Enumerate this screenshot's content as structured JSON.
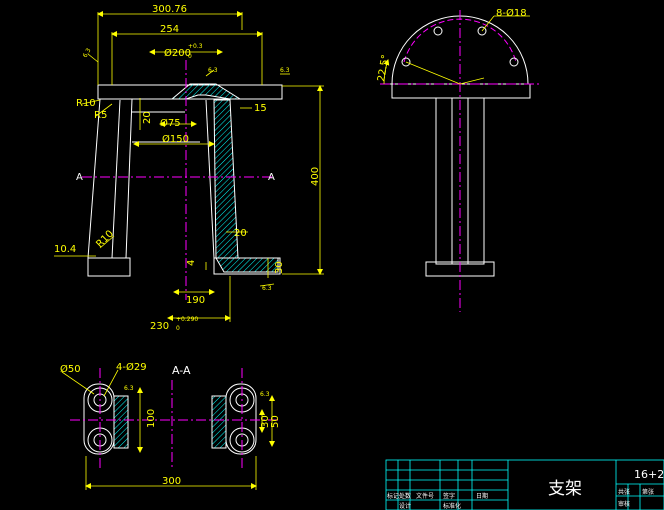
{
  "colors": {
    "background": "#000000",
    "outline": "#ffffff",
    "dimension": "#ffff00",
    "centerline": "#ff00ff",
    "hatch": "#00ffff",
    "titleblock": "#00ffff"
  },
  "dimensions": {
    "width_overall": "300.76",
    "width_254": "254",
    "bore_200": "Ø200",
    "bore_200_tol": "+0.3",
    "bore_200_tol2": "0",
    "dia_75": "Ø75",
    "dia_150": "Ø150",
    "dim_20": "20",
    "dim_15": "15",
    "height_400": "400",
    "radius_r10_top": "R10",
    "radius_r5": "R5",
    "radius_r10_bot": "R10",
    "dim_10_4": "10.4",
    "dim_20_low": "20",
    "dim_4": "4",
    "dim_30": "30",
    "dim_190": "190",
    "dim_230": "230",
    "dim_230_tol": "+0.290",
    "dim_230_tol2": "0",
    "side_holes": "8-Ø18",
    "side_angle": "22.5°",
    "plan_dia_50": "Ø50",
    "plan_holes": "4-Ø29",
    "plan_dim_100": "100",
    "plan_dim_300": "300",
    "plan_dim_30": "30",
    "plan_dim_50": "50",
    "roughness_1": "6.3",
    "roughness_2": "6.3",
    "roughness_3": "6.3",
    "roughness_4": "6.3",
    "roughness_5": "6.3",
    "roughness_6": "6.3"
  },
  "section": {
    "mark_left": "A",
    "mark_right": "A",
    "view_label": "A-A"
  },
  "title_block": {
    "part_name": "支架",
    "drawing_no": "16+2",
    "r1": "标记",
    "r2": "处数",
    "r3": "文件号",
    "r4": "签字",
    "r5": "日期",
    "r6": "设计",
    "r7": "标准化",
    "r8": "共张",
    "r9": "第张",
    "r10": "审核"
  }
}
